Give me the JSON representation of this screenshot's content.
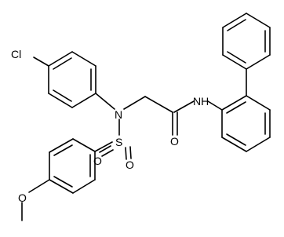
{
  "molecule": {
    "atom_labels": {
      "chlorine": "Cl",
      "nitrogen_sulfonamide": "N",
      "sulfur": "S",
      "oxygen_sulfonyl_left": "O",
      "oxygen_sulfonyl_right": "O",
      "oxygen_carbonyl": "O",
      "nitrogen_amide": "NH",
      "oxygen_methoxy": "O"
    }
  }
}
